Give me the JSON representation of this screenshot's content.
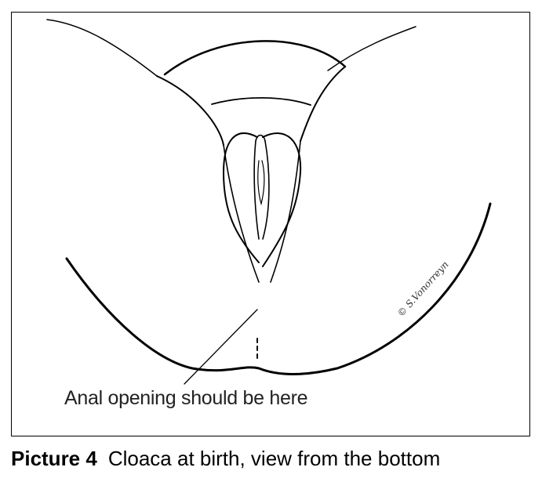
{
  "figure": {
    "annotation": "Anal opening should be here",
    "signature": "© S.Vonorreyn"
  },
  "caption": {
    "number": "Picture 4",
    "text": "Cloaca at birth, view from the bottom"
  }
}
